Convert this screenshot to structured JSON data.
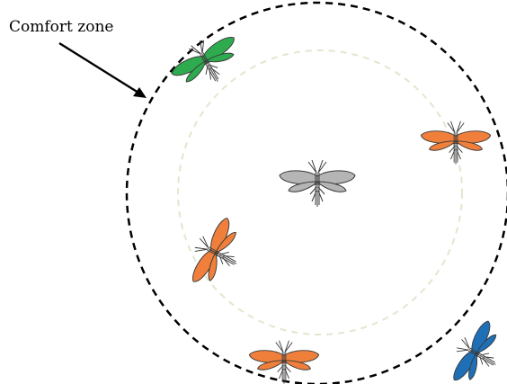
{
  "diagram": {
    "label": "Comfort zone",
    "colors": {
      "outer_circle": "#000000",
      "inner_circle": "#dfe8cf",
      "arrow": "#000000",
      "moth_center": "#b5b5b5",
      "moth_orange": "#f07f3c",
      "moth_green": "#2eaa4f",
      "moth_blue": "#1f6fb7",
      "moth_outline": "#3a3a3a"
    },
    "moths": [
      {
        "id": "moth-center",
        "color": "moth_center"
      },
      {
        "id": "moth-orange-right",
        "color": "moth_orange"
      },
      {
        "id": "moth-orange-left",
        "color": "moth_orange"
      },
      {
        "id": "moth-orange-bottom",
        "color": "moth_orange"
      },
      {
        "id": "moth-green",
        "color": "moth_green"
      },
      {
        "id": "moth-blue",
        "color": "moth_blue"
      }
    ]
  }
}
